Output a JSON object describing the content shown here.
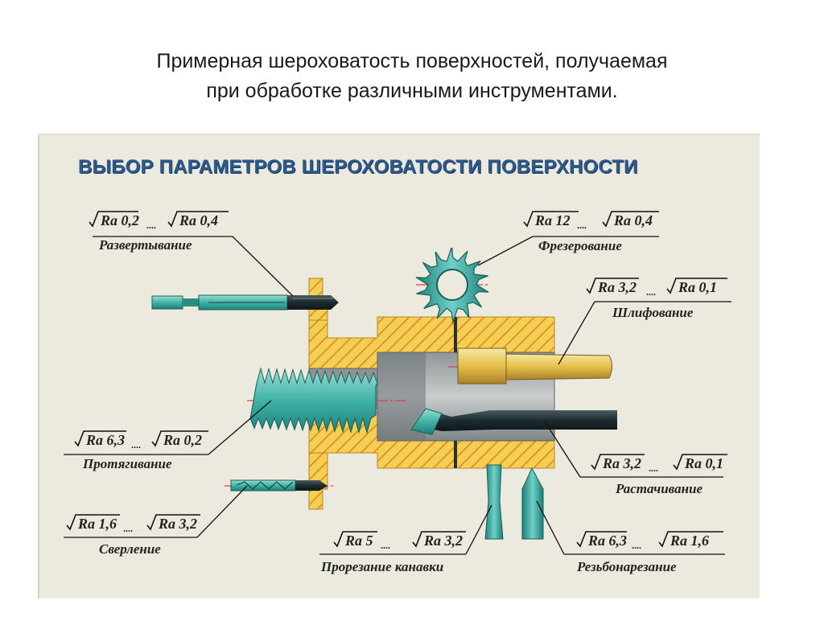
{
  "slide_title": {
    "line1": "Примерная шероховатость поверхностей, получаемая",
    "line2": "при обработке различными инструментами."
  },
  "panel": {
    "title": "ВЫБОР ПАРАМЕТРОВ  ШЕРОХОВАТОСТИ  ПОВЕРХНОСТИ",
    "separator": "....",
    "operations": [
      {
        "id": "reaming",
        "ra_from": "Ra 0,2",
        "ra_to": "Ra 0,4",
        "name": "Развертывание"
      },
      {
        "id": "milling",
        "ra_from": "Ra 12",
        "ra_to": "Ra 0,4",
        "name": "Фрезерование"
      },
      {
        "id": "grinding",
        "ra_from": "Ra 3,2",
        "ra_to": "Ra 0,1",
        "name": "Шлифование"
      },
      {
        "id": "broaching",
        "ra_from": "Ra 6,3",
        "ra_to": "Ra 0,2",
        "name": "Протягивание"
      },
      {
        "id": "boring",
        "ra_from": "Ra 3,2",
        "ra_to": "Ra 0,1",
        "name": "Растачивание"
      },
      {
        "id": "drilling",
        "ra_from": "Ra 1,6",
        "ra_to": "Ra 3,2",
        "name": "Сверление"
      },
      {
        "id": "grooving",
        "ra_from": "Ra 5",
        "ra_to": "Ra 3,2",
        "name": "Прорезание канавки"
      },
      {
        "id": "threading",
        "ra_from": "Ra 6,3",
        "ra_to": "Ra 1,6",
        "name": "Резьбонарезание"
      }
    ]
  },
  "colors": {
    "title_blue": "#2d5a8a",
    "part_yellow": "#f4cf52",
    "hatch_orange": "#e0862a",
    "tool_teal": "#3fb3a8",
    "tool_dark": "#1d2b2f",
    "center_line_red": "#e23a48",
    "panel_bg": "#ece9df"
  }
}
